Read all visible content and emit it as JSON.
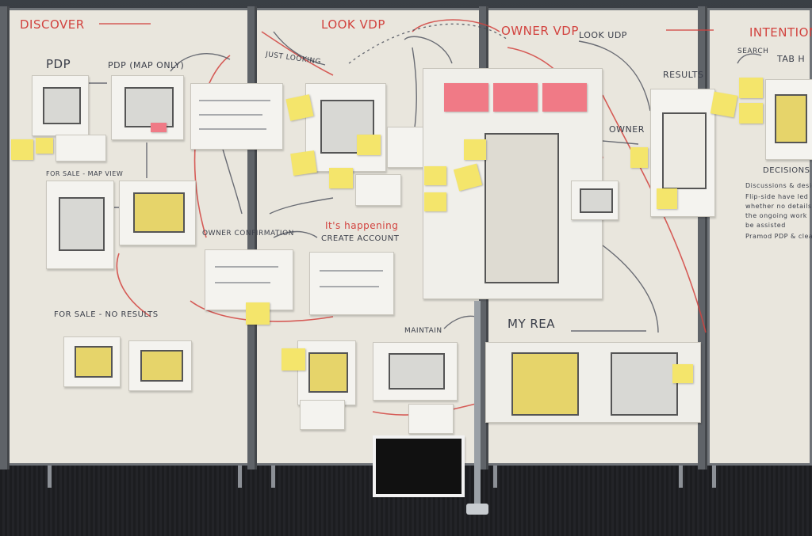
{
  "photo": {
    "subject": "whiteboard",
    "labels": {
      "discover": "DISCOVER",
      "pdp": "PDP",
      "pdp_map": "PDP (MAP ONLY)",
      "for_sale_map": "FOR SALE - MAP VIEW",
      "for_sale_no_results": "FOR SALE - NO RESULTS",
      "look_vdp": "LOOK VDP",
      "just_looking": "JUST LOOKING",
      "its_happening": "It's happening",
      "owner_confirmation": "OWNER CONFIRMATION",
      "create_account": "CREATE ACCOUNT",
      "maintain": "MAINTAIN",
      "owner_vdp": "OWNER VDP",
      "look_udp": "LOOK UDP",
      "owner": "OWNER",
      "results": "RESULTS",
      "my_rea": "MY REA",
      "intention": "INTENTION",
      "search": "SEARCH",
      "tab": "TAB H",
      "decisions": "DECISIONS"
    },
    "decision_notes": [
      "Discussions & design pr",
      "Flip-side have led",
      "whether no details",
      "the ongoing work",
      "be assisted",
      "Pramod PDP & clean"
    ],
    "colors": {
      "board": "#e9e6dd",
      "frame": "#5f6368",
      "sticky": "#f4e56b",
      "sticky_pink": "#f07a86",
      "red_marker": "#d2433f",
      "blue_marker": "#3b3f4a"
    }
  }
}
